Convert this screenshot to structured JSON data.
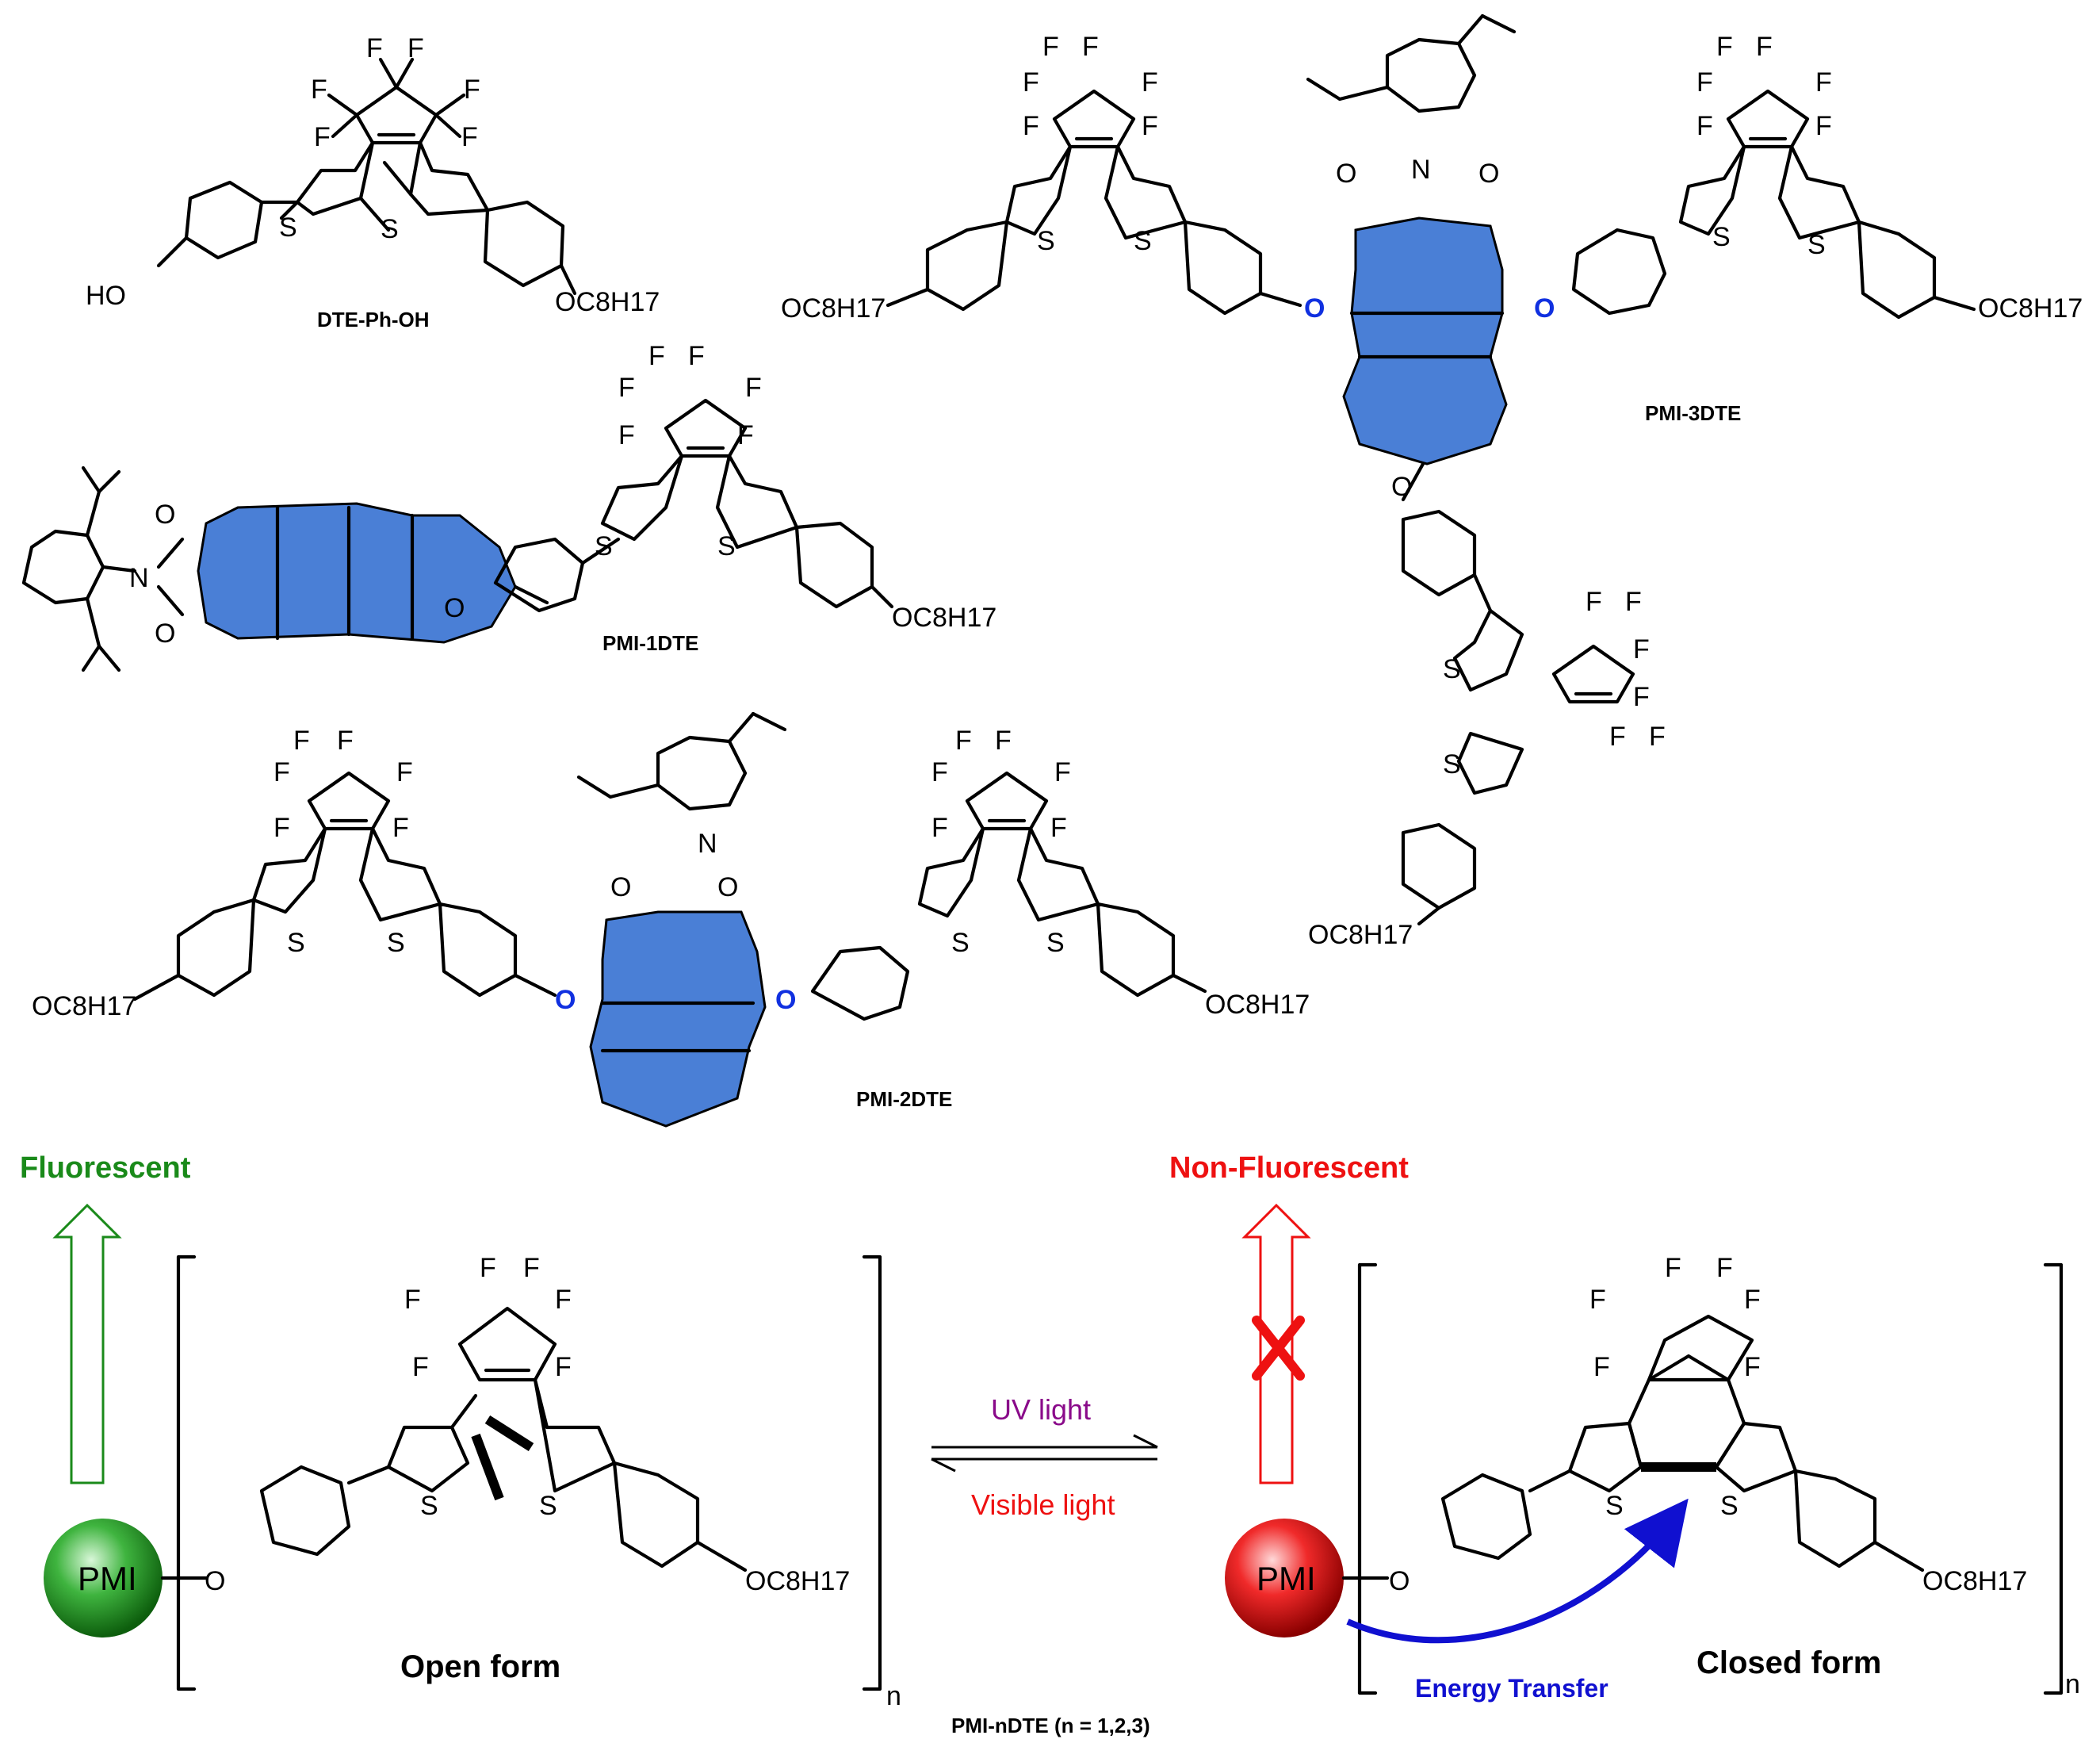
{
  "molecules": {
    "dte_ph_oh": {
      "label": "DTE-Ph-OH",
      "hydroxyl": "HO",
      "octyloxy": "OC8H17"
    },
    "pmi_1dte": {
      "label": "PMI-1DTE"
    },
    "pmi_2dte": {
      "label": "PMI-2DTE"
    },
    "pmi_3dte": {
      "label": "PMI-3DTE"
    }
  },
  "atoms": {
    "fluorine": "F",
    "sulfur": "S",
    "oxygen": "O",
    "nitrogen": "N"
  },
  "scheme": {
    "fluorescent": "Fluorescent",
    "non_fluorescent": "Non-Fluorescent",
    "uv_light": "UV light",
    "visible_light": "Visible light",
    "open_form": "Open form",
    "closed_form": "Closed form",
    "pmi": "PMI",
    "energy_transfer": "Energy Transfer",
    "repeat_index": "n",
    "series_label": "PMI-nDTE (n = 1,2,3)"
  },
  "colors": {
    "perylene_fill": "#4a7fd6",
    "fluorescent_green": "#1a8a1a",
    "non_fluorescent_red": "#ee1111",
    "uv_purple": "#8a0a8a",
    "visible_red": "#ee1111",
    "energy_transfer_blue": "#1010d0"
  }
}
